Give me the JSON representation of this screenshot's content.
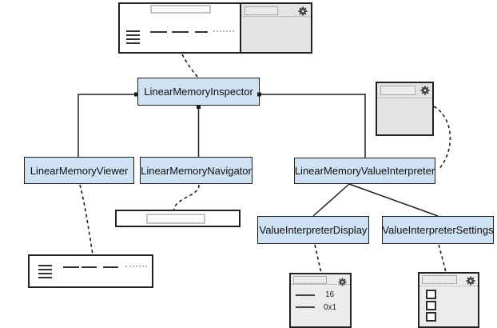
{
  "colors": {
    "class_fill": "#cfe2f3",
    "class_border": "#1f1f1f",
    "panel_gray": "#e3e3e3",
    "window_border": "#202124",
    "line_black": "#1f1f1f",
    "muted_gray": "#b5b5b5",
    "ink": "#333333"
  },
  "classes": {
    "inspector": {
      "label": "LinearMemoryInspector"
    },
    "viewer": {
      "label": "LinearMemoryViewer"
    },
    "navigator": {
      "label": "LinearMemoryNavigator"
    },
    "interpreter": {
      "label": "LinearMemoryValueInterpreter"
    },
    "display": {
      "label": "ValueInterpreterDisplay"
    },
    "settings": {
      "label": "ValueInterpreterSettings"
    }
  },
  "mocks": {
    "display_rows": [
      {
        "value": "16"
      },
      {
        "value": "0x1"
      }
    ],
    "settings_checkbox_count": 3,
    "icons": [
      "gear-icon"
    ]
  }
}
